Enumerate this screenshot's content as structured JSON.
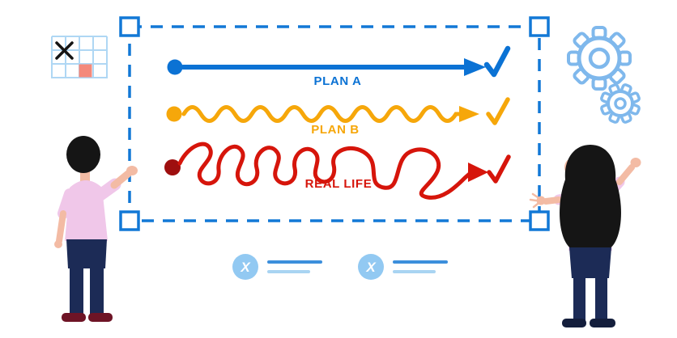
{
  "board": {
    "rows": [
      {
        "id": "plan-a",
        "label": "PLAN A",
        "color": "#0B72D4",
        "line_style": "straight"
      },
      {
        "id": "plan-b",
        "label": "PLAN B",
        "color": "#F6A70A",
        "line_style": "wavy"
      },
      {
        "id": "real-life",
        "label": "REAL LIFE",
        "color": "#D6150B",
        "line_style": "tangled"
      }
    ]
  },
  "notes": [
    {
      "badge": "X"
    },
    {
      "badge": "X"
    }
  ],
  "palette": {
    "blue": "#0B72D4",
    "orange": "#F6A70A",
    "red": "#D6150B",
    "dot-red": "#9E0F0F",
    "dashed-blue": "#1278D6",
    "light-blue": "#7FB8EC",
    "grid-blue": "#AFD7F4",
    "badge-blue": "#92C9F2",
    "note-line-blue": "#3C8FDC",
    "note-line-light": "#A9D4F2",
    "skin": "#F3BBA4",
    "shirt-pink": "#F0C7E9",
    "pants-navy": "#1C2B56",
    "hair-black": "#151515",
    "shoe-maroon": "#6E1426",
    "shoe-dark": "#141E3C",
    "salmon": "#F4897B",
    "x-mark-black": "#141414"
  }
}
